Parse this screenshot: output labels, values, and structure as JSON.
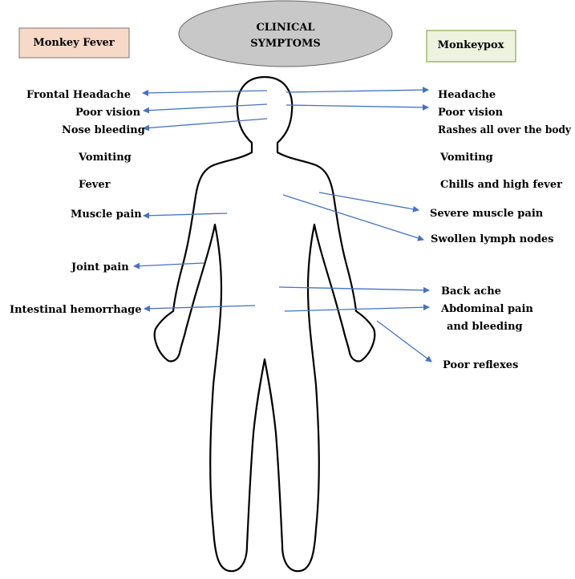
{
  "title_lines": [
    "CLINICAL",
    "SYMPTOMS"
  ],
  "left_header": "Monkey Fever",
  "right_header": "Monkeypox",
  "colors": {
    "left_header_fill": "#f8d9c7",
    "right_header_fill": "#eef3df",
    "right_header_border": "#8caa4a",
    "title_fill": "#c8c8c8",
    "arrow": "#4472c4"
  },
  "left_symptoms": [
    "Frontal Headache",
    "Poor vision",
    "Nose bleeding",
    "Vomiting",
    "Fever",
    "Muscle pain",
    "Joint pain",
    "Intestinal hemorrhage"
  ],
  "right_symptoms": [
    "Headache",
    "Poor vision",
    "Rashes all over the body",
    "Vomiting",
    "Chills and high fever",
    "Severe muscle pain",
    "Swollen lymph nodes",
    "Back ache",
    [
      "Abdominal pain",
      "and bleeding"
    ],
    "Poor reflexes"
  ]
}
